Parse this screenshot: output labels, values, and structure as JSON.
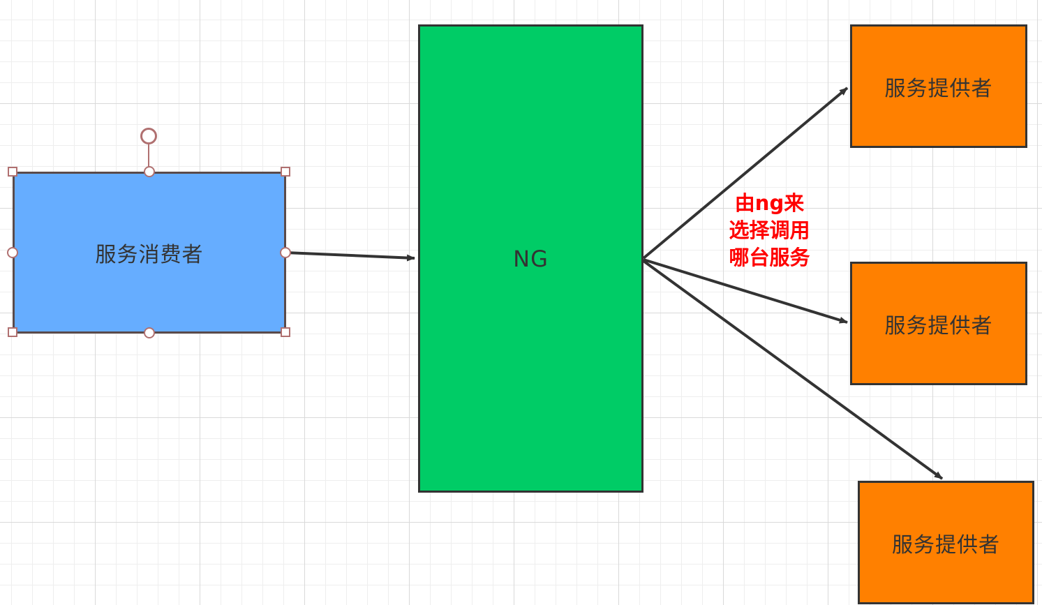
{
  "diagram": {
    "nodes": {
      "consumer": {
        "label": "服务消费者",
        "color": "#66adff"
      },
      "ng": {
        "label": "NG",
        "color": "#00cc66"
      },
      "providers": [
        {
          "label": "服务提供者",
          "color": "#ff8000"
        },
        {
          "label": "服务提供者",
          "color": "#ff8000"
        },
        {
          "label": "服务提供者",
          "color": "#ff8000"
        }
      ]
    },
    "edge_label": {
      "text": "由ng来选择调用哪台服务",
      "color": "#ff0000"
    },
    "edges": [
      {
        "from": "consumer",
        "to": "ng"
      },
      {
        "from": "ng",
        "to": "provider-1"
      },
      {
        "from": "ng",
        "to": "provider-2"
      },
      {
        "from": "ng",
        "to": "provider-3"
      }
    ],
    "selection": {
      "selected_node": "consumer"
    }
  }
}
